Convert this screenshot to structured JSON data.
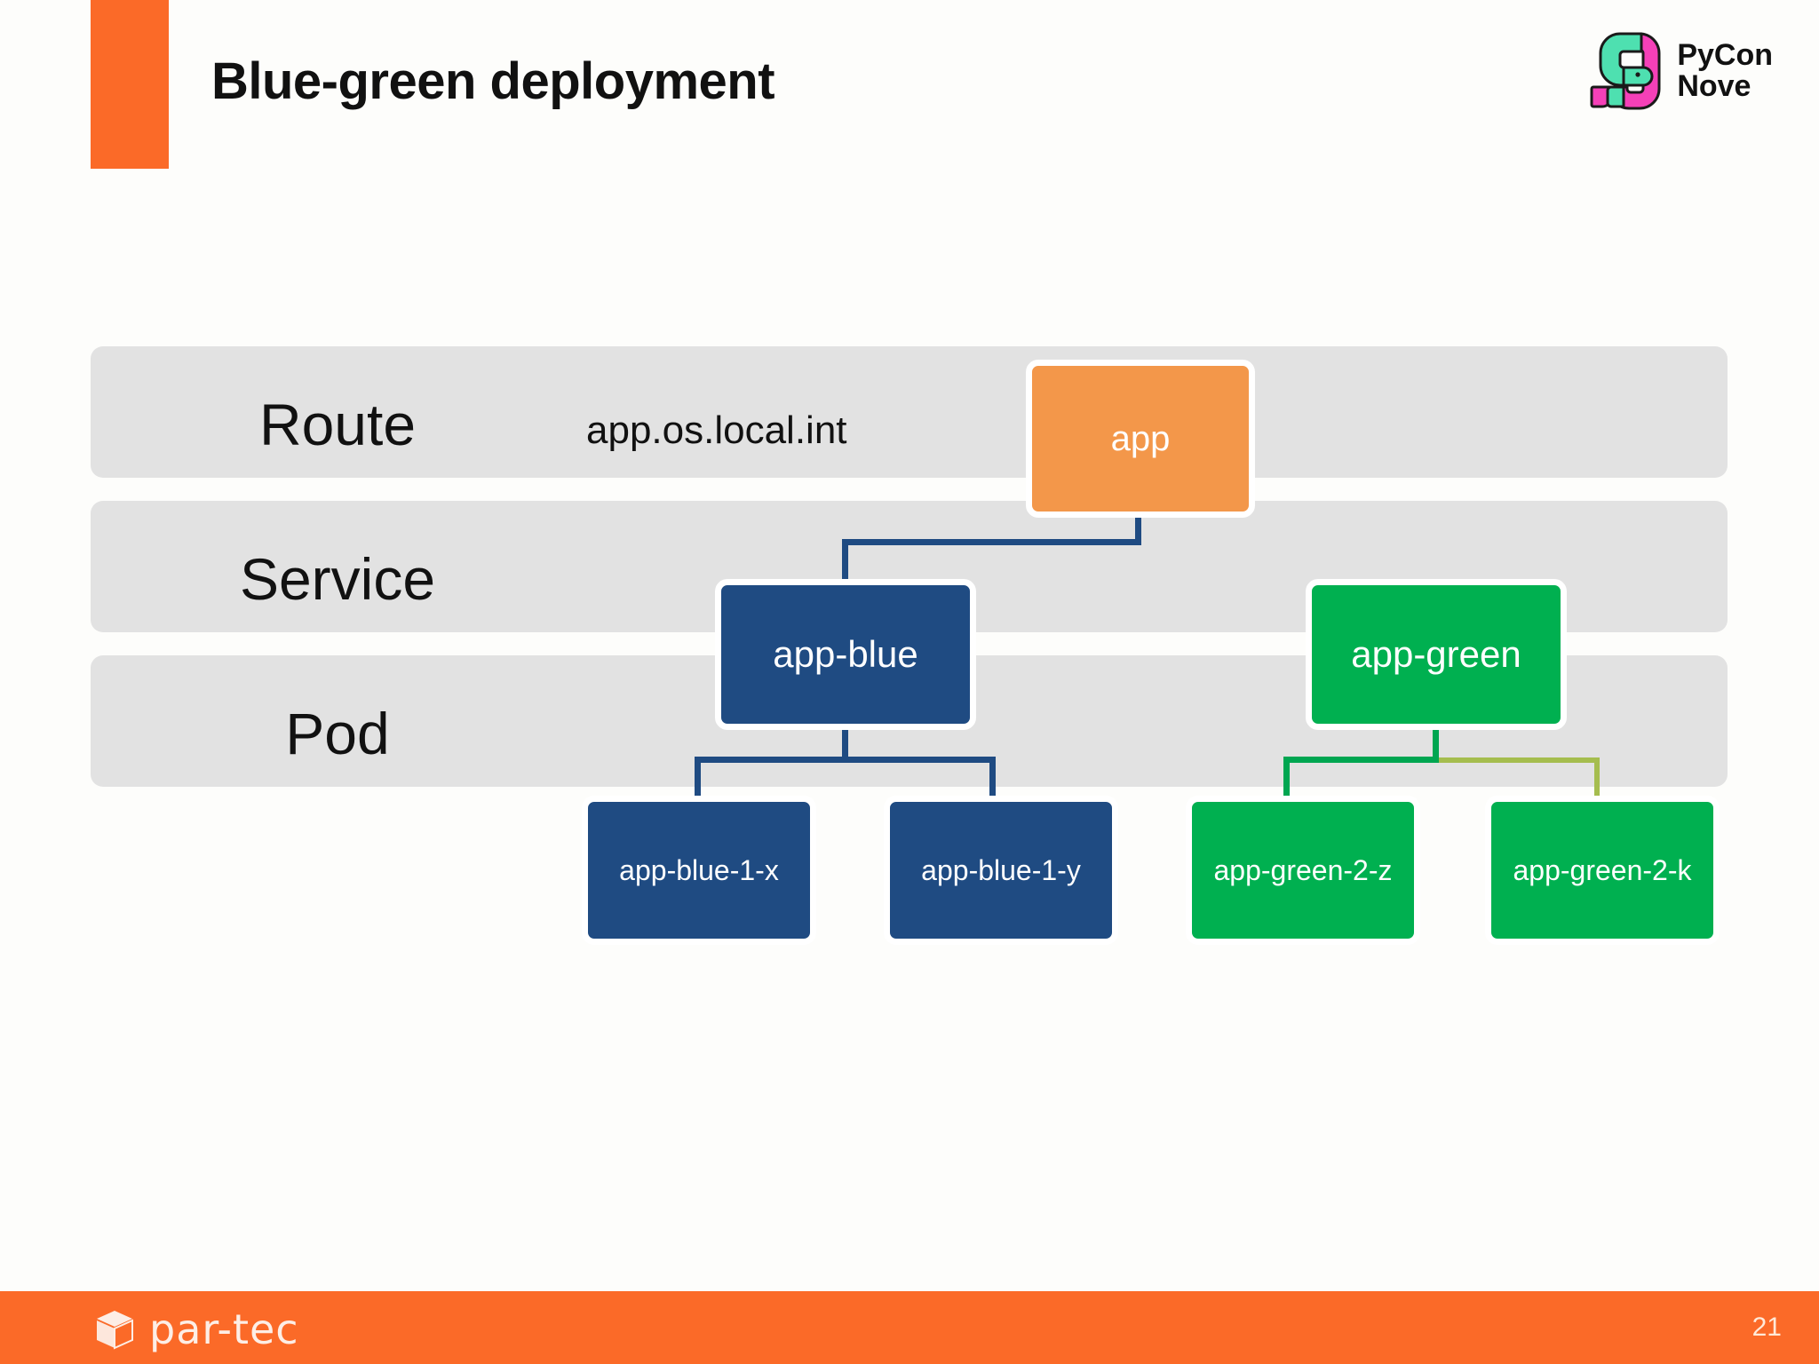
{
  "slide": {
    "title": "Blue-green deployment",
    "page_number": "21",
    "accent_color": "#fb6a28",
    "background": "#fdfdfb"
  },
  "brand_logo": {
    "name": "pycon-nove-logo",
    "line1": "PyCon",
    "line2": "Nove",
    "colors": {
      "mint": "#4ee0b0",
      "magenta": "#f540b8",
      "outline": "#1a1a1a"
    }
  },
  "footer": {
    "wordmark": "par-tec",
    "icon": "cube-icon",
    "background": "#fb6a28"
  },
  "diagram": {
    "band_color": "#e2e2e2",
    "rows": [
      {
        "label": "Route",
        "note": "app.os.local.int"
      },
      {
        "label": "Service",
        "note": ""
      },
      {
        "label": "Pod",
        "note": ""
      }
    ],
    "nodes": {
      "route": {
        "label": "app",
        "color": "#f3974a"
      },
      "services": [
        {
          "label": "app-blue",
          "color": "#1f4b82"
        },
        {
          "label": "app-green",
          "color": "#00b050"
        }
      ],
      "pods": [
        {
          "label": "app-blue-1-x",
          "color": "#1f4b82"
        },
        {
          "label": "app-blue-1-y",
          "color": "#1f4b82"
        },
        {
          "label": "app-green-2-z",
          "color": "#00b050"
        },
        {
          "label": "app-green-2-k",
          "color": "#00b050"
        }
      ]
    },
    "connector_colors": {
      "blue": "#1f4b82",
      "green": "#00a651",
      "olive": "#a5bd4e"
    }
  }
}
